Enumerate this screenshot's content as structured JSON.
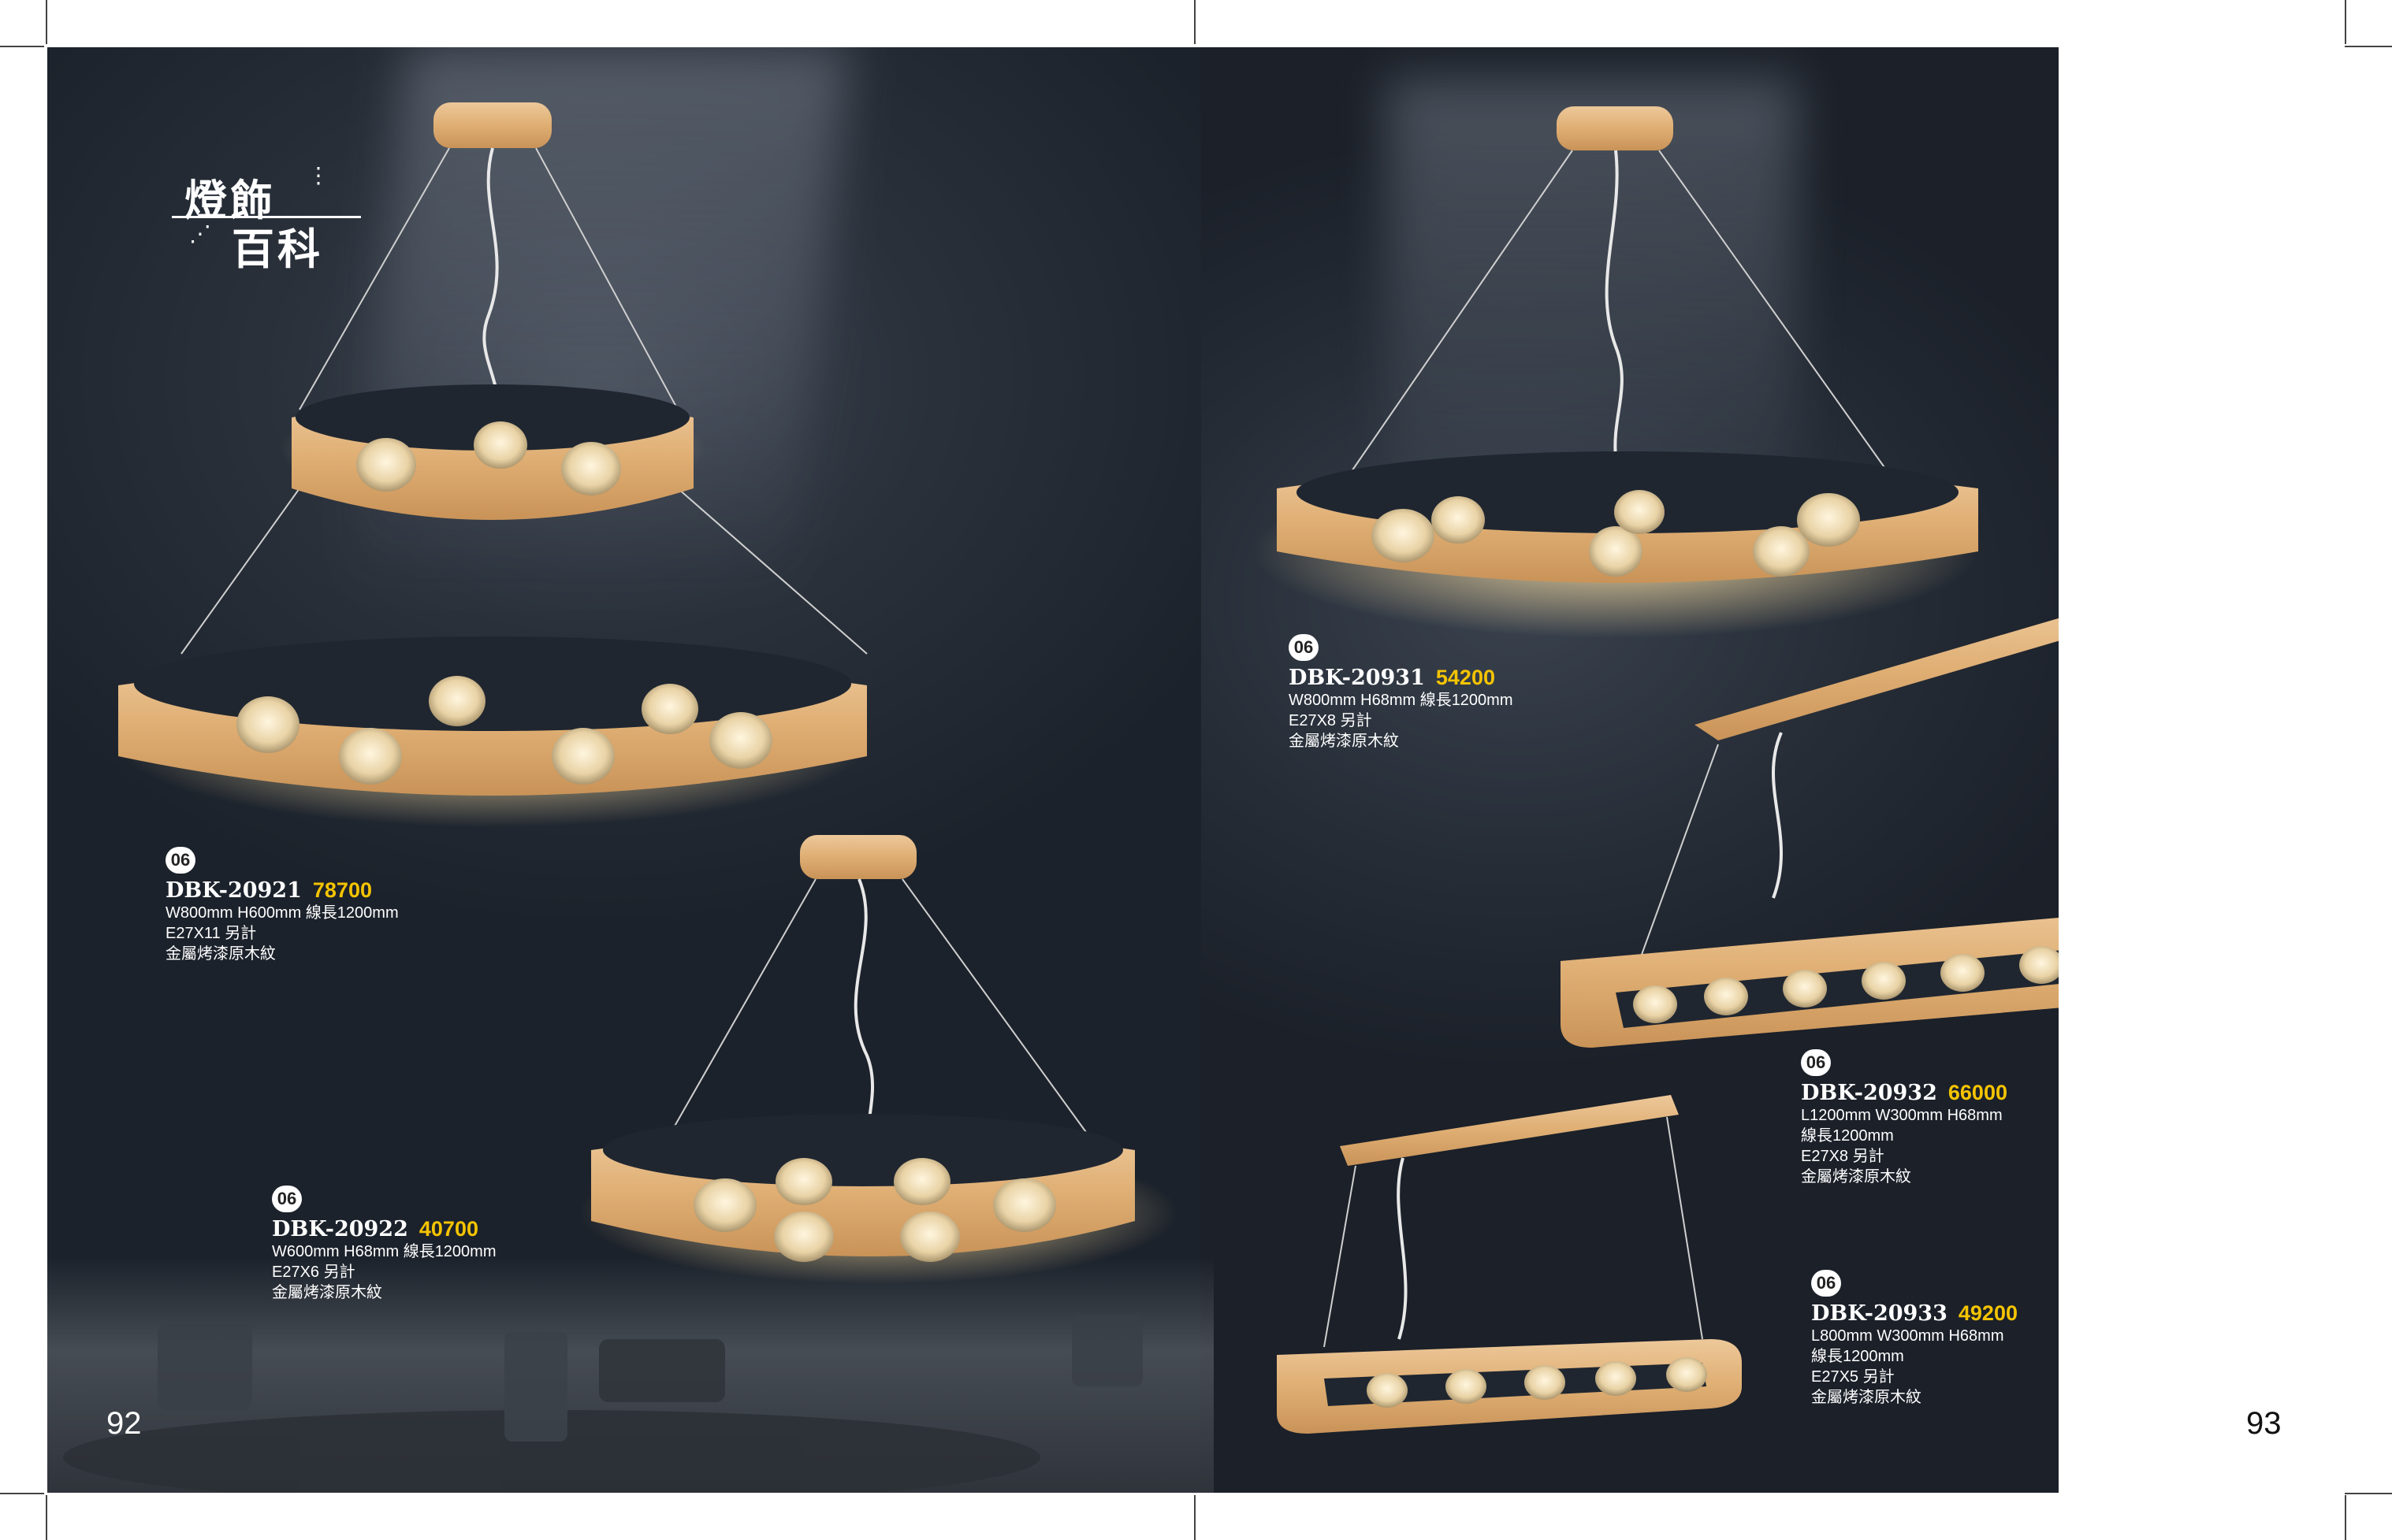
{
  "logo": {
    "line1": "燈飾",
    "line2": "百科"
  },
  "page_numbers": {
    "left": "92",
    "right": "93"
  },
  "products": [
    {
      "badge": "06",
      "model": "DBK-20921",
      "price": "78700",
      "specs": [
        "W800mm H600mm 線長1200mm",
        "E27X11 另計",
        "金屬烤漆原木紋"
      ]
    },
    {
      "badge": "06",
      "model": "DBK-20922",
      "price": "40700",
      "specs": [
        "W600mm H68mm 線長1200mm",
        "E27X6 另計",
        "金屬烤漆原木紋"
      ]
    },
    {
      "badge": "06",
      "model": "DBK-20931",
      "price": "54200",
      "specs": [
        "W800mm H68mm 線長1200mm",
        "E27X8 另計",
        "金屬烤漆原木紋"
      ]
    },
    {
      "badge": "06",
      "model": "DBK-20932",
      "price": "66000",
      "specs": [
        "L1200mm W300mm H68mm",
        "線長1200mm",
        "E27X8 另計",
        "金屬烤漆原木紋"
      ]
    },
    {
      "badge": "06",
      "model": "DBK-20933",
      "price": "49200",
      "specs": [
        "L800mm W300mm H68mm",
        "線長1200mm",
        "E27X5 另計",
        "金屬烤漆原木紋"
      ]
    }
  ],
  "colors": {
    "price": "#f5c400",
    "background": "#262d37",
    "wood": "#e3b27a"
  }
}
